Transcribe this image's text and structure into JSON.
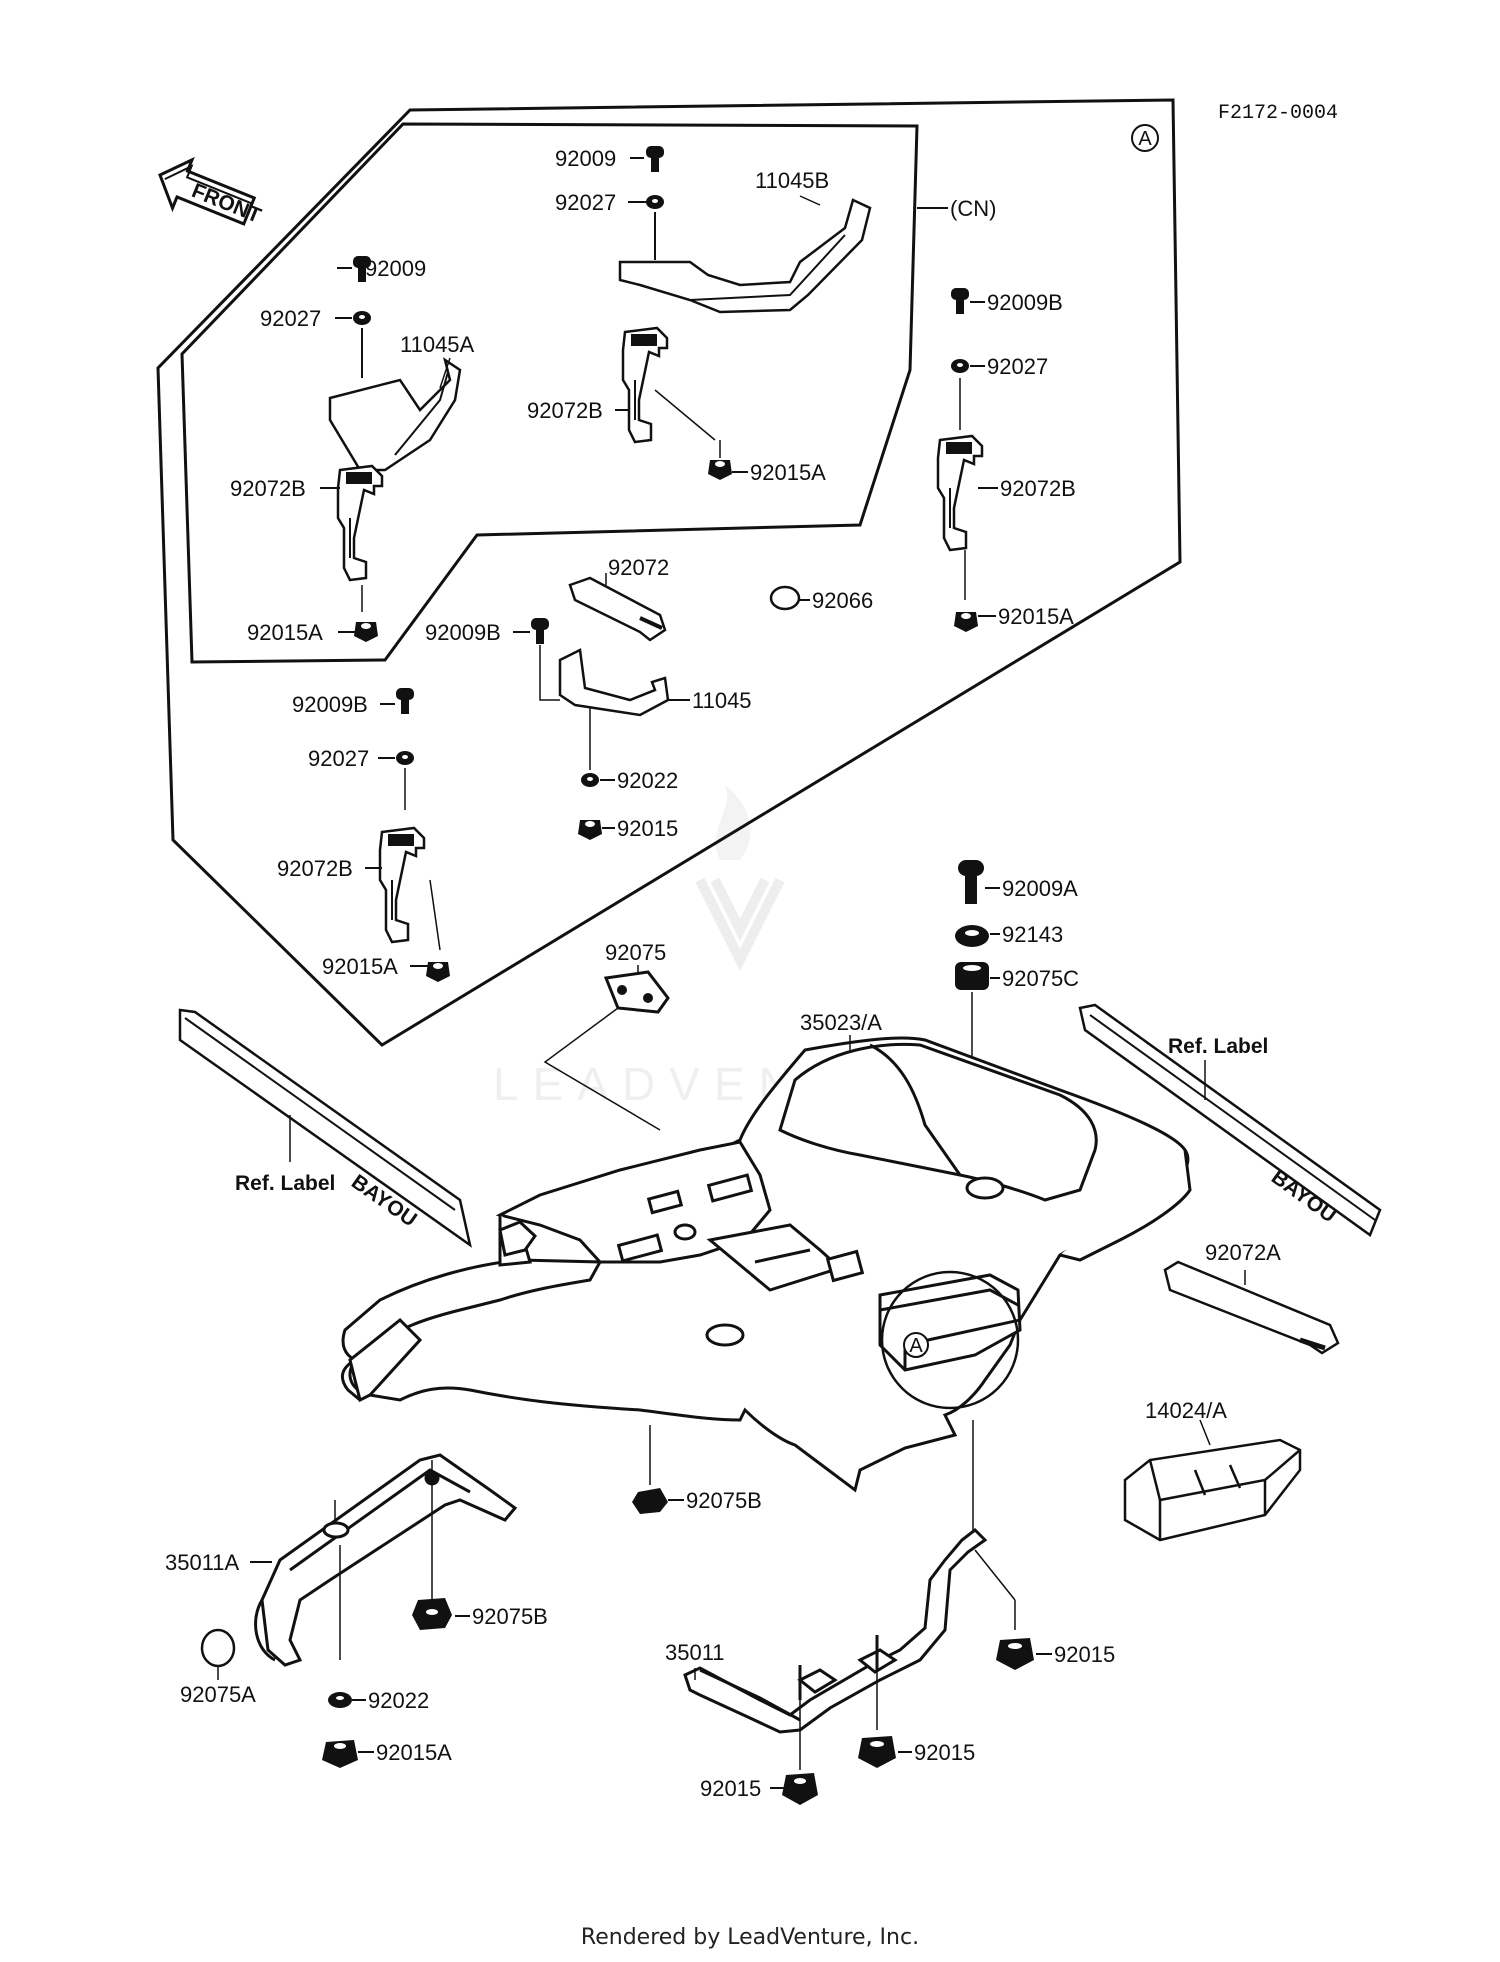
{
  "diagram_code": "F2172-0004",
  "detail_marker": "A",
  "front_arrow": "FRONT",
  "cn_note": "(CN)",
  "watermark": "LEADVENTURE",
  "footer": "Rendered by LeadVenture, Inc.",
  "labels": {
    "p92009_top": "92009",
    "p92027_top": "92027",
    "p11045B": "11045B",
    "p92072B_mid": "92072B",
    "p92015A_mid": "92015A",
    "p92009_left": "92009",
    "p92027_left": "92027",
    "p11045A": "11045A",
    "p92072B_left": "92072B",
    "p92015A_left": "92015A",
    "p92009B_right": "92009B",
    "p92027_right": "92027",
    "p92072B_right": "92072B",
    "p92015A_right": "92015A",
    "p92072": "92072",
    "p92066": "92066",
    "p92009B_center": "92009B",
    "p11045": "11045",
    "p92022_center": "92022",
    "p92015_center": "92015",
    "p92009B_low": "92009B",
    "p92027_low": "92027",
    "p92072B_low": "92072B",
    "p92015A_low": "92015A",
    "p92009A": "92009A",
    "p92143": "92143",
    "p92075C": "92075C",
    "p92075": "92075",
    "p35023A": "35023/A",
    "ref_label_left": "Ref. Label",
    "ref_label_right": "Ref. Label",
    "p92072A": "92072A",
    "p14024A": "14024/A",
    "p92075B_center": "92075B",
    "p35011A": "35011A",
    "p92075B_left": "92075B",
    "p92075A": "92075A",
    "p92022_low": "92022",
    "p92015A_bottom": "92015A",
    "p35011": "35011",
    "p92015_right": "92015",
    "p92015_bottom_mid": "92015",
    "p92015_bottom": "92015"
  },
  "decal_text": "BAYOU",
  "colors": {
    "ink": "#111111",
    "paper": "#ffffff",
    "watermark": "#e6e6e6"
  }
}
